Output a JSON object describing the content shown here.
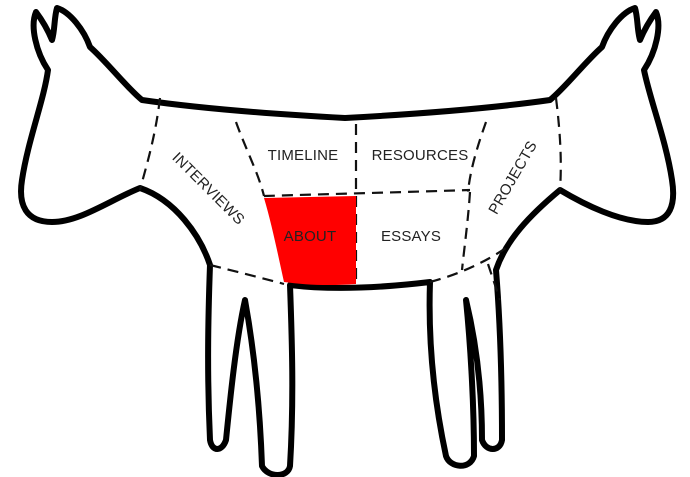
{
  "sections": {
    "timeline": "TIMELINE",
    "resources": "RESOURCES",
    "interviews": "INTERVIEWS",
    "about": "ABOUT",
    "essays": "ESSAYS",
    "projects": "PROJECTS"
  },
  "colors": {
    "active_section": "#ff0000",
    "outline": "#000000",
    "background": "#ffffff"
  },
  "active_section": "about"
}
